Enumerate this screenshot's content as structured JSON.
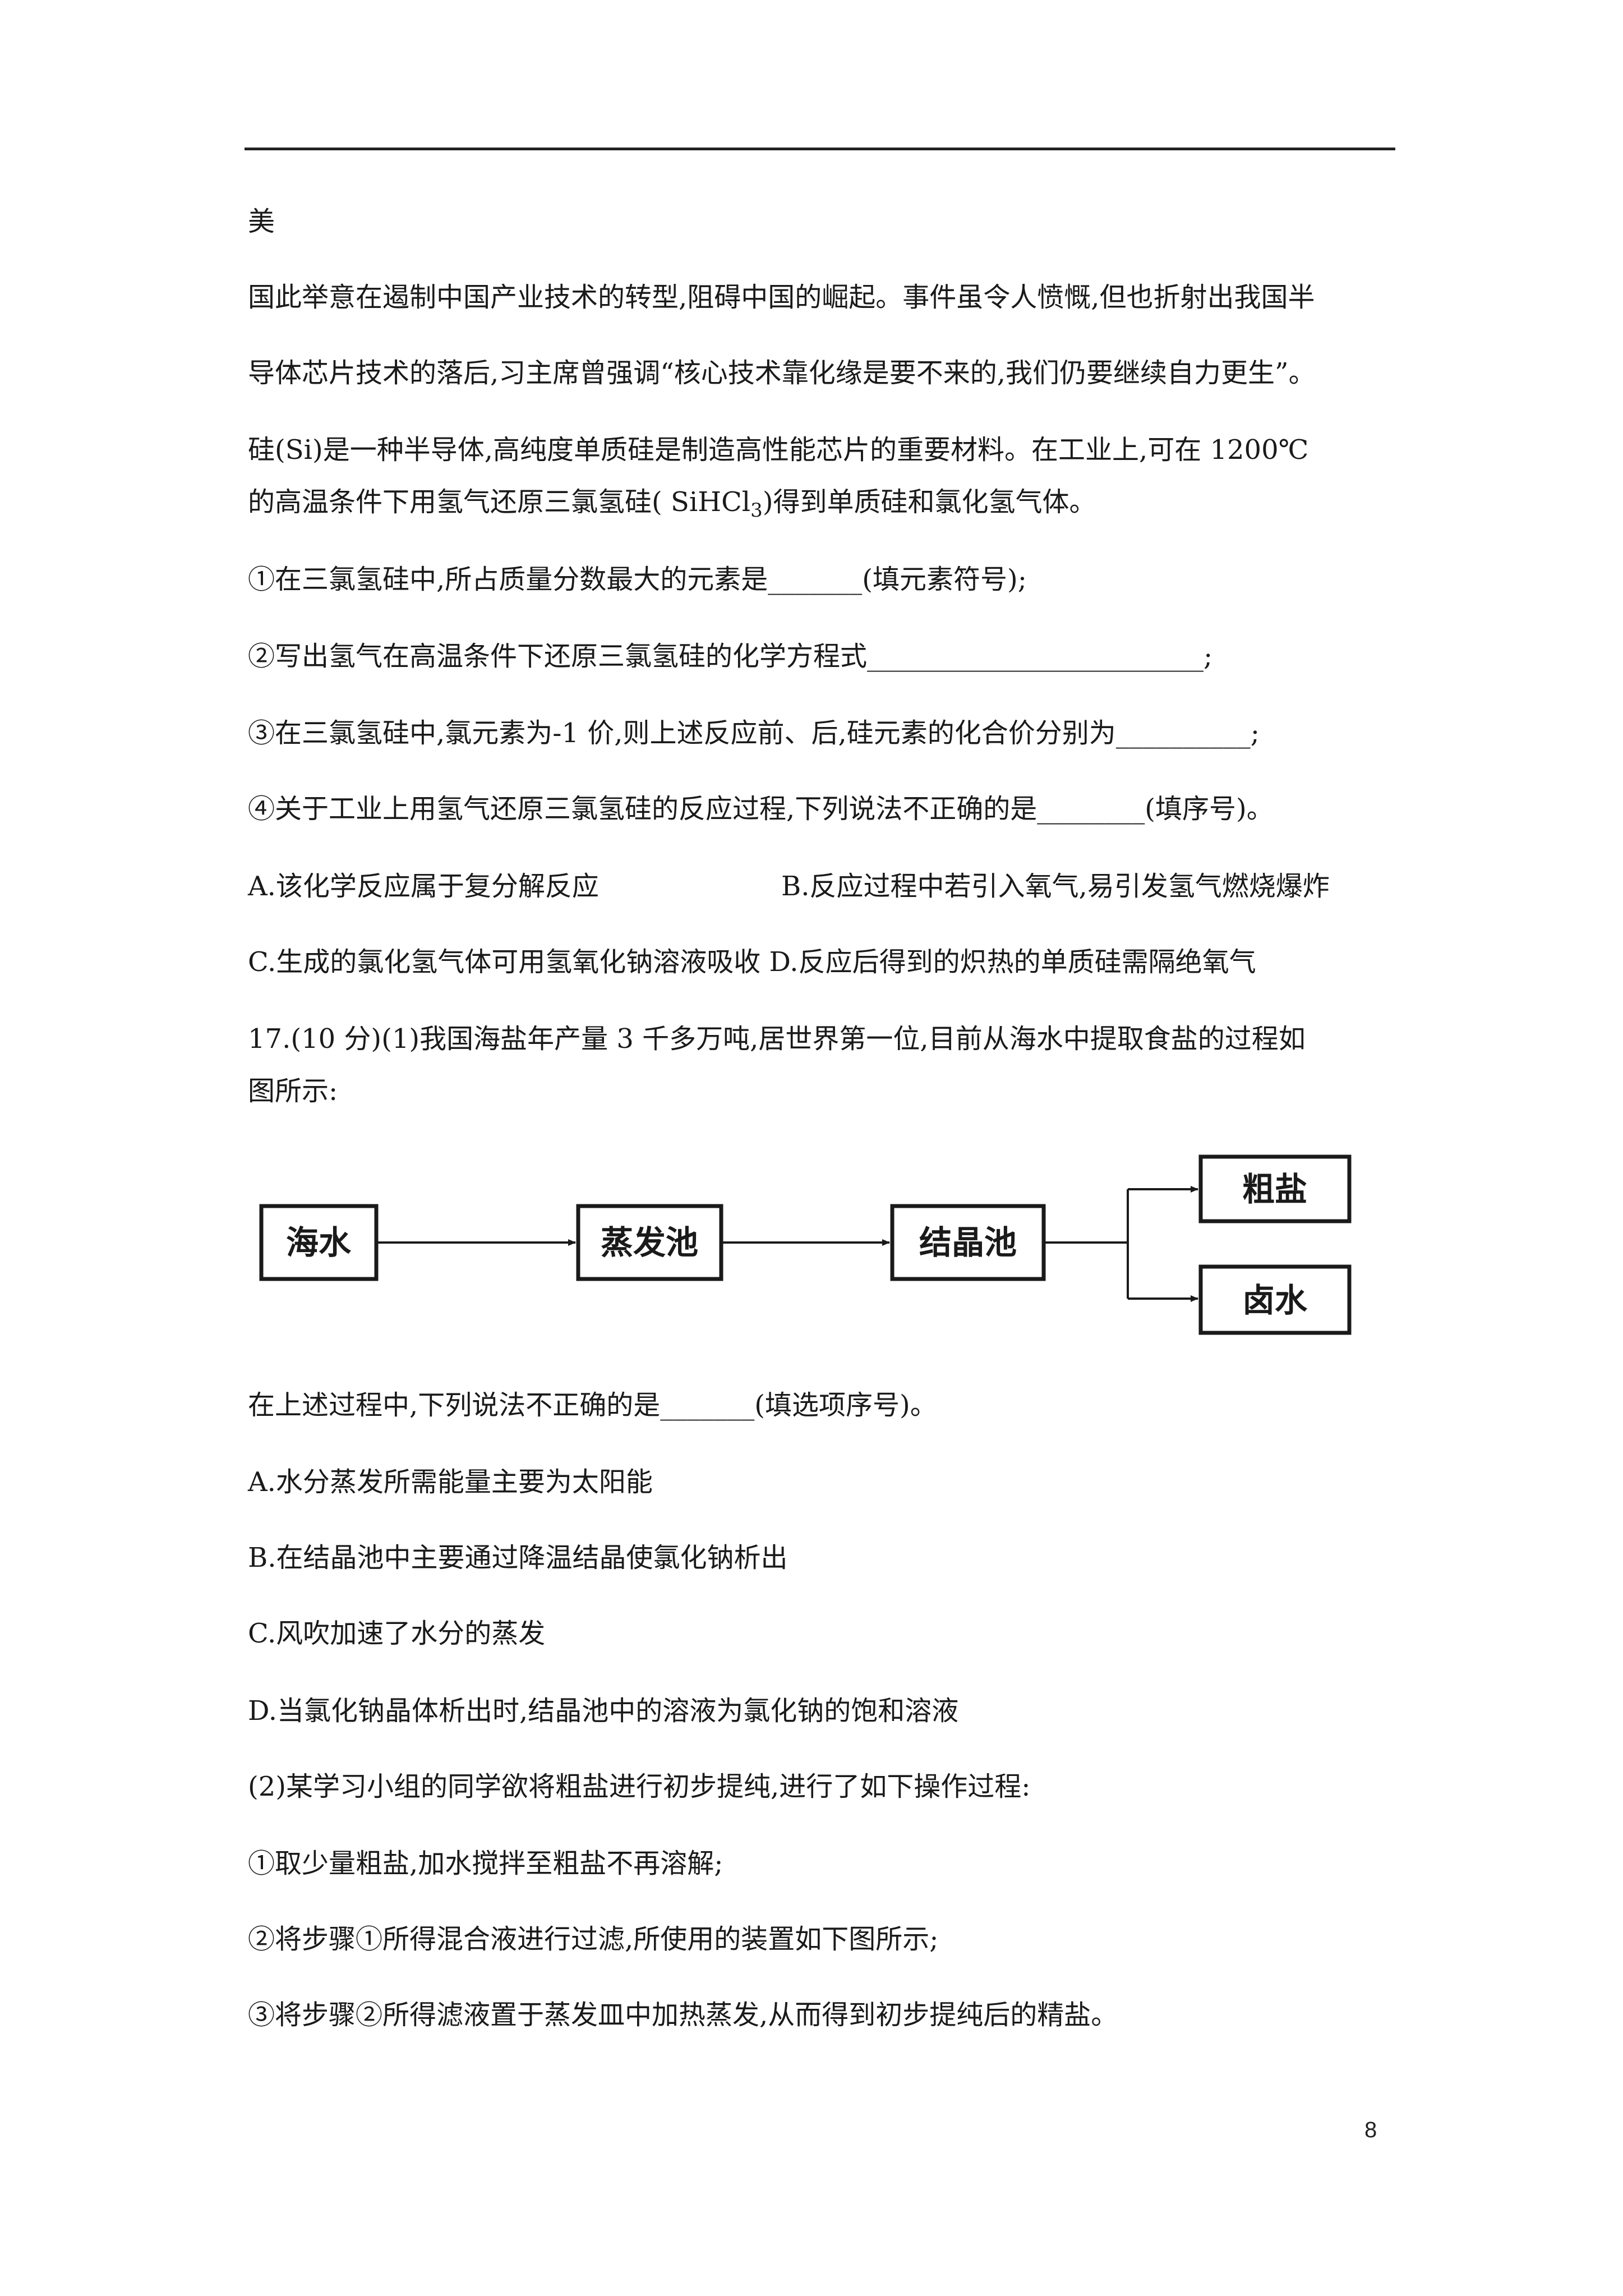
{
  "lines": [
    "美",
    "国此举意在遏制中国产业技术的转型,阻碍中国的崛起。事件虽令人愤慨,但也折射出我国半",
    "导体芯片技术的落后,习主席曾强调“核心技术靠化缘是要不来的,我们仍要继续自力更生”。",
    "硅(Si)是一种半导体,高纯度单质硅是制造高性能芯片的重要材料。在工业上,可在 1200℃",
    {
      "pre": "的高温条件下用氢气还原三氯氢硅( SiHCl",
      "sub": "3",
      "post": ")得到单质硅和氯化氢气体。"
    },
    "①在三氯氢硅中,所占质量分数最大的元素是_______(填元素符号);",
    "②写出氢气在高温条件下还原三氯氢硅的化学方程式_________________________;",
    "③在三氯氢硅中,氯元素为-1 价,则上述反应前、后,硅元素的化合价分别为__________;",
    "④关于工业上用氢气还原三氯氢硅的反应过程,下列说法不正确的是________(填序号)。",
    {
      "a": "A.该化学反应属于复分解反应",
      "b": "B.反应过程中若引入氧气,易引发氢气燃烧爆炸"
    },
    "C.生成的氯化氢气体可用氢氧化钠溶液吸收 D.反应后得到的炽热的单质硅需隔绝氧气",
    "17.(10 分)(1)我国海盐年产量 3 千多万吨,居世界第一位,目前从海水中提取食盐的过程如",
    "图所示:",
    "在上述过程中,下列说法不正确的是_______(填选项序号)。",
    "A.水分蒸发所需能量主要为太阳能",
    "B.在结晶池中主要通过降温结晶使氯化钠析出",
    "C.风吹加速了水分的蒸发",
    "D.当氯化钠晶体析出时,结晶池中的溶液为氯化钠的饱和溶液",
    "(2)某学习小组的同学欲将粗盐进行初步提纯,进行了如下操作过程:",
    "①取少量粗盐,加水搅拌至粗盐不再溶解;",
    "②将步骤①所得混合液进行过滤,所使用的装置如下图所示;",
    "③将步骤②所得滤液置于蒸发皿中加热蒸发,从而得到初步提纯后的精盐。"
  ],
  "flow": {
    "seawater": "海水",
    "evaporation_pond": "蒸发池",
    "crystallization_pond": "结晶池",
    "crude_salt": "粗盐",
    "brine": "卤水"
  },
  "page_number": "8"
}
